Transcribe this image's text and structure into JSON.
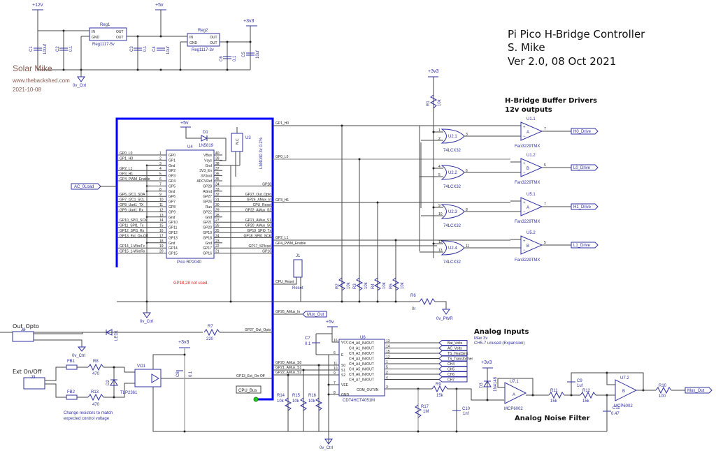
{
  "title_block": {
    "line1": "Pi Pico H-Bridge Controller",
    "line2": "S. Mike",
    "line3": "Ver 2.0, 08 Oct 2021"
  },
  "author_block": {
    "name": "Solar Mike",
    "website": "www.thebackshed.com",
    "date": "2021-10-08"
  },
  "rails": {
    "p12v": "+12v",
    "p5v": "+5v",
    "p3v3": "+3v3",
    "gnd_ctrl": "0v_Ctrl",
    "gnd_pwr": "0v_PWR"
  },
  "power": {
    "reg1": {
      "name": "Reg1",
      "part": "Reg1117-5v",
      "pins": [
        "IN",
        "GND",
        "OUT",
        "OUT"
      ]
    },
    "reg2": {
      "name": "Reg2",
      "part": "Reg1117-3v",
      "pins": [
        "IN",
        "GND",
        "OUT",
        "OUT"
      ]
    },
    "caps": [
      {
        "ref": "C1",
        "value": "100uf"
      },
      {
        "ref": "C2",
        "value": "0.1"
      },
      {
        "ref": "C3",
        "value": "0.1"
      },
      {
        "ref": "C4",
        "value": "10uf"
      },
      {
        "ref": "C6",
        "value": "0.1"
      },
      {
        "ref": "C5",
        "value": "10uf"
      }
    ]
  },
  "mcu": {
    "ref": "U4",
    "part": "Pico RP2040",
    "left_pins": [
      {
        "num": "1",
        "name": "GP0",
        "net": "GP0_L0"
      },
      {
        "num": "2",
        "name": "GP1",
        "net": "GP1_H0"
      },
      {
        "num": "3",
        "name": "Gnd",
        "net": ""
      },
      {
        "num": "4",
        "name": "GP2",
        "net": "GP2_L1"
      },
      {
        "num": "5",
        "name": "GP3",
        "net": "GP3_H1"
      },
      {
        "num": "6",
        "name": "GP4",
        "net": "GP4_PWM_Enable"
      },
      {
        "num": "7",
        "name": "GP5",
        "net": ""
      },
      {
        "num": "8",
        "name": "Gnd",
        "net": ""
      },
      {
        "num": "9",
        "name": "GP6",
        "net": "GP6_I2C1_SDA"
      },
      {
        "num": "10",
        "name": "GP7",
        "net": "GP7_I2C1_SCL"
      },
      {
        "num": "11",
        "name": "GP8",
        "net": "GP8_Uart1_TX"
      },
      {
        "num": "12",
        "name": "GP9",
        "net": "GP9_Uart1_Rx"
      },
      {
        "num": "13",
        "name": "Gnd",
        "net": ""
      },
      {
        "num": "14",
        "name": "GP10",
        "net": "GP10_SPI1_SCK"
      },
      {
        "num": "15",
        "name": "GP11",
        "net": "GP11_SPI1_Tx"
      },
      {
        "num": "16",
        "name": "GP12",
        "net": "GP12_SPI1_Rx"
      },
      {
        "num": "17",
        "name": "GP13",
        "net": "GP13_Ext_On-Off"
      },
      {
        "num": "18",
        "name": "Gnd",
        "net": ""
      },
      {
        "num": "19",
        "name": "GP14",
        "net": "GP14_1-WireTx"
      },
      {
        "num": "20",
        "name": "GP15",
        "net": "GP15_1-WireRx"
      }
    ],
    "right_pins": [
      {
        "num": "40",
        "name": "VBus",
        "net": ""
      },
      {
        "num": "39",
        "name": "Vsys",
        "net": ""
      },
      {
        "num": "38",
        "name": "Gnd",
        "net": ""
      },
      {
        "num": "37",
        "name": "3V3_En",
        "net": ""
      },
      {
        "num": "36",
        "name": "3V3out",
        "net": ""
      },
      {
        "num": "35",
        "name": "ADCVRef",
        "net": ""
      },
      {
        "num": "34",
        "name": "GP28",
        "net": "GP28"
      },
      {
        "num": "33",
        "name": "AGnd",
        "net": ""
      },
      {
        "num": "32",
        "name": "GP27",
        "net": "GP27_Out_Opto"
      },
      {
        "num": "31",
        "name": "GP26",
        "net": "GP26_AMux_In"
      },
      {
        "num": "30",
        "name": "Run",
        "net": "CPU_Reset"
      },
      {
        "num": "29",
        "name": "GP22",
        "net": "GP22_AMux_S2"
      },
      {
        "num": "28",
        "name": "Gnd",
        "net": ""
      },
      {
        "num": "27",
        "name": "GP21",
        "net": "GP21_AMux_S1"
      },
      {
        "num": "26",
        "name": "GP20",
        "net": "GP20_AMux_S0"
      },
      {
        "num": "25",
        "name": "GP19",
        "net": "GP19_SPI0_Tx"
      },
      {
        "num": "24",
        "name": "GP18",
        "net": "GP18_SPI0_SCK"
      },
      {
        "num": "23",
        "name": "Gnd",
        "net": ""
      },
      {
        "num": "22",
        "name": "GP17",
        "net": "GP17_SPIcsel"
      },
      {
        "num": "21",
        "name": "GP16",
        "net": "GP16"
      }
    ],
    "d1": {
      "ref": "D1",
      "part": "1N5819"
    },
    "u3": {
      "ref": "U3",
      "part": "LM4040 3v 0.2%",
      "pin": "N.C"
    },
    "note": "GP18,28 not used.",
    "j1": {
      "ref": "J1",
      "label": "Reset"
    },
    "bus_label": "CPU_Bus",
    "ac_label": "AC_0Load"
  },
  "bus_nets": [
    "GP1_H0",
    "GP0_L0",
    "GP3_H1",
    "GP2_L1",
    "GP4_PWM_Enable",
    "CPU_Reset",
    "GP26_AMux_In",
    "GP27_Out_Opto",
    "GP20_AMux_S0",
    "GP21_AMux_S1",
    "GP22_AMux_S2",
    "GP13_Ext_On-Off"
  ],
  "pullups": [
    {
      "ref": "R1",
      "value": "10k"
    },
    {
      "ref": "R2",
      "value": "10k"
    },
    {
      "ref": "R3",
      "value": "10k"
    },
    {
      "ref": "R4",
      "value": "10k"
    },
    {
      "ref": "R5",
      "value": "10k"
    },
    {
      "ref": "R6",
      "value": "0r"
    }
  ],
  "drivers": {
    "heading": "H-Bridge Buffer Drivers",
    "subheading": "12v outputs",
    "gates": [
      {
        "ref": "U2.1",
        "part": "74LCX32",
        "pins": [
          "1",
          "2",
          "3"
        ]
      },
      {
        "ref": "U2.2",
        "part": "74LCX32",
        "pins": [
          "4",
          "5",
          "6"
        ]
      },
      {
        "ref": "U2.3",
        "part": "74LCX32",
        "pins": [
          "9",
          "10",
          "8"
        ]
      },
      {
        "ref": "U2.4",
        "part": "74LCX32",
        "pins": [
          "12",
          "13",
          "11"
        ]
      }
    ],
    "buffers": [
      {
        "ref": "U1.1",
        "unit": "A",
        "part": "Fan3229TMX",
        "out_pin": "7",
        "output": "H0_Drive"
      },
      {
        "ref": "U1.2",
        "unit": "B",
        "part": "Fan3229TMX",
        "out_pin": "5",
        "output": "L0_Drive"
      },
      {
        "ref": "U5.1",
        "unit": "A",
        "part": "Fan3229TMX",
        "out_pin": "7",
        "output": "H1_Drive"
      },
      {
        "ref": "U5.2",
        "unit": "B",
        "part": "Fan3229TMX",
        "out_pin": "5",
        "output": "L1_Drive"
      }
    ]
  },
  "opto_out": {
    "label": "Out_Opto",
    "connector": "J2",
    "led": "LED1",
    "r7": {
      "ref": "R7",
      "value": "220"
    }
  },
  "ext_input": {
    "label": "Ext On/Off",
    "connector": "J3",
    "fb1": "FB1",
    "fb2": "FB2",
    "r8": {
      "ref": "R8",
      "value": "470"
    },
    "r13": {
      "ref": "R13",
      "value": "470"
    },
    "d2": "D2",
    "opto": {
      "ref": "VO1",
      "part": "TLP2361"
    },
    "c8": {
      "ref": "C8",
      "value": "0.1"
    },
    "note_line1": "Change resistors to match",
    "note_line2": "expected control voltage"
  },
  "mux": {
    "ref": "U6",
    "part": "CD74HCT4051M",
    "c7": {
      "ref": "C7",
      "value": "0.1"
    },
    "left_pins": [
      {
        "num": "16",
        "name": "VCC"
      },
      {
        "num": "6",
        "name": "E"
      },
      {
        "num": "11",
        "name": "S0"
      },
      {
        "num": "10",
        "name": "S1"
      },
      {
        "num": "9",
        "name": "S2"
      },
      {
        "num": "7",
        "name": "VEE"
      },
      {
        "num": "8",
        "name": "GND"
      }
    ],
    "channels": [
      {
        "num": "13",
        "name": "CH_A0_IN/OUT",
        "net": "Bat_Volts"
      },
      {
        "num": "14",
        "name": "CH_A1_IN/OUT",
        "net": "AC_Volts"
      },
      {
        "num": "15",
        "name": "CH_A2_IN/OUT",
        "net": "TS_HeatSink"
      },
      {
        "num": "12",
        "name": "CH_A3_IN/OUT",
        "net": "TS_Transformer"
      },
      {
        "num": "1",
        "name": "CH_A4_IN/OUT",
        "net": "CH4"
      },
      {
        "num": "5",
        "name": "CH_A5_IN/OUT",
        "net": "CH5"
      },
      {
        "num": "2",
        "name": "CH_A6_IN/OUT",
        "net": "CH6"
      },
      {
        "num": "4",
        "name": "CH_A7_IN/OUT",
        "net": "CH7"
      }
    ],
    "com": {
      "num": "3",
      "name": "COM_OUT/IN"
    },
    "pulldowns": [
      {
        "ref": "R14",
        "value": "10k"
      },
      {
        "ref": "R15",
        "value": "10k"
      },
      {
        "ref": "R16",
        "value": "10k"
      }
    ],
    "mux_out_label": "Mux_Out"
  },
  "analog": {
    "heading": "Analog Inputs",
    "line1": "Max 3v",
    "line2": "CH5-7 unused (Expansion)",
    "filter_label": "Analog Noise Filter",
    "r9": {
      "ref": "R9",
      "value": "15k"
    },
    "r17": {
      "ref": "R17",
      "value": "1M"
    },
    "c10": {
      "ref": "C10",
      "value": "1nf"
    },
    "d3": {
      "ref": "D3",
      "part": "1N4148"
    },
    "u7a": {
      "ref": "U7.1",
      "unit": "A",
      "part": "MCP6002"
    },
    "u7b": {
      "ref": "U7.2",
      "unit": "B",
      "part": "MCP6002"
    },
    "r11": {
      "ref": "R11",
      "value": "15k"
    },
    "r12": {
      "ref": "R12",
      "value": "15k"
    },
    "c9": {
      "ref": "C9",
      "value": "1uf"
    },
    "c11": {
      "ref": "C11",
      "value": "0.47"
    },
    "r10": {
      "ref": "R10",
      "value": "100"
    },
    "out_label": "Mux_Out"
  }
}
